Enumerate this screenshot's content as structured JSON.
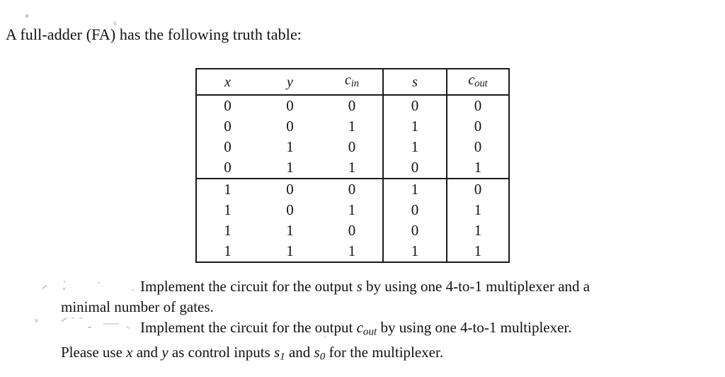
{
  "document": {
    "intro": "A full-adder (FA) has the following truth table:"
  },
  "truth_table": {
    "headers": [
      "x",
      "y",
      "c",
      "s",
      "c"
    ],
    "header_subscripts": [
      "",
      "",
      "in",
      "",
      "out"
    ],
    "rows": [
      [
        "0",
        "0",
        "0",
        "0",
        "0"
      ],
      [
        "0",
        "0",
        "1",
        "1",
        "0"
      ],
      [
        "0",
        "1",
        "0",
        "1",
        "0"
      ],
      [
        "0",
        "1",
        "1",
        "0",
        "1"
      ],
      [
        "1",
        "0",
        "0",
        "1",
        "0"
      ],
      [
        "1",
        "0",
        "1",
        "0",
        "1"
      ],
      [
        "1",
        "1",
        "0",
        "0",
        "1"
      ],
      [
        "1",
        "1",
        "1",
        "1",
        "1"
      ]
    ]
  },
  "questions": {
    "q1_part1": "Implement the circuit for the output ",
    "q1_var": "s",
    "q1_part2": " by using one 4-to-1 multiplexer and a",
    "q1_line2": "minimal number of gates.",
    "q2_part1": "Implement the circuit for the output ",
    "q2_var": "c",
    "q2_var_sub": "out",
    "q2_part2": " by using one 4-to-1 multiplexer.",
    "q2_line2_a": "Please use ",
    "q2_line2_x": "x",
    "q2_line2_b": " and ",
    "q2_line2_y": "y",
    "q2_line2_c": " as control inputs ",
    "q2_line2_s1": "s",
    "q2_line2_s1sub": "1",
    "q2_line2_d": " and ",
    "q2_line2_s0": "s",
    "q2_line2_s0sub": "0",
    "q2_line2_e": " for the multiplexer."
  },
  "colors": {
    "ink": "#111111",
    "rule": "#1a1a1a",
    "page": "#ffffff"
  }
}
